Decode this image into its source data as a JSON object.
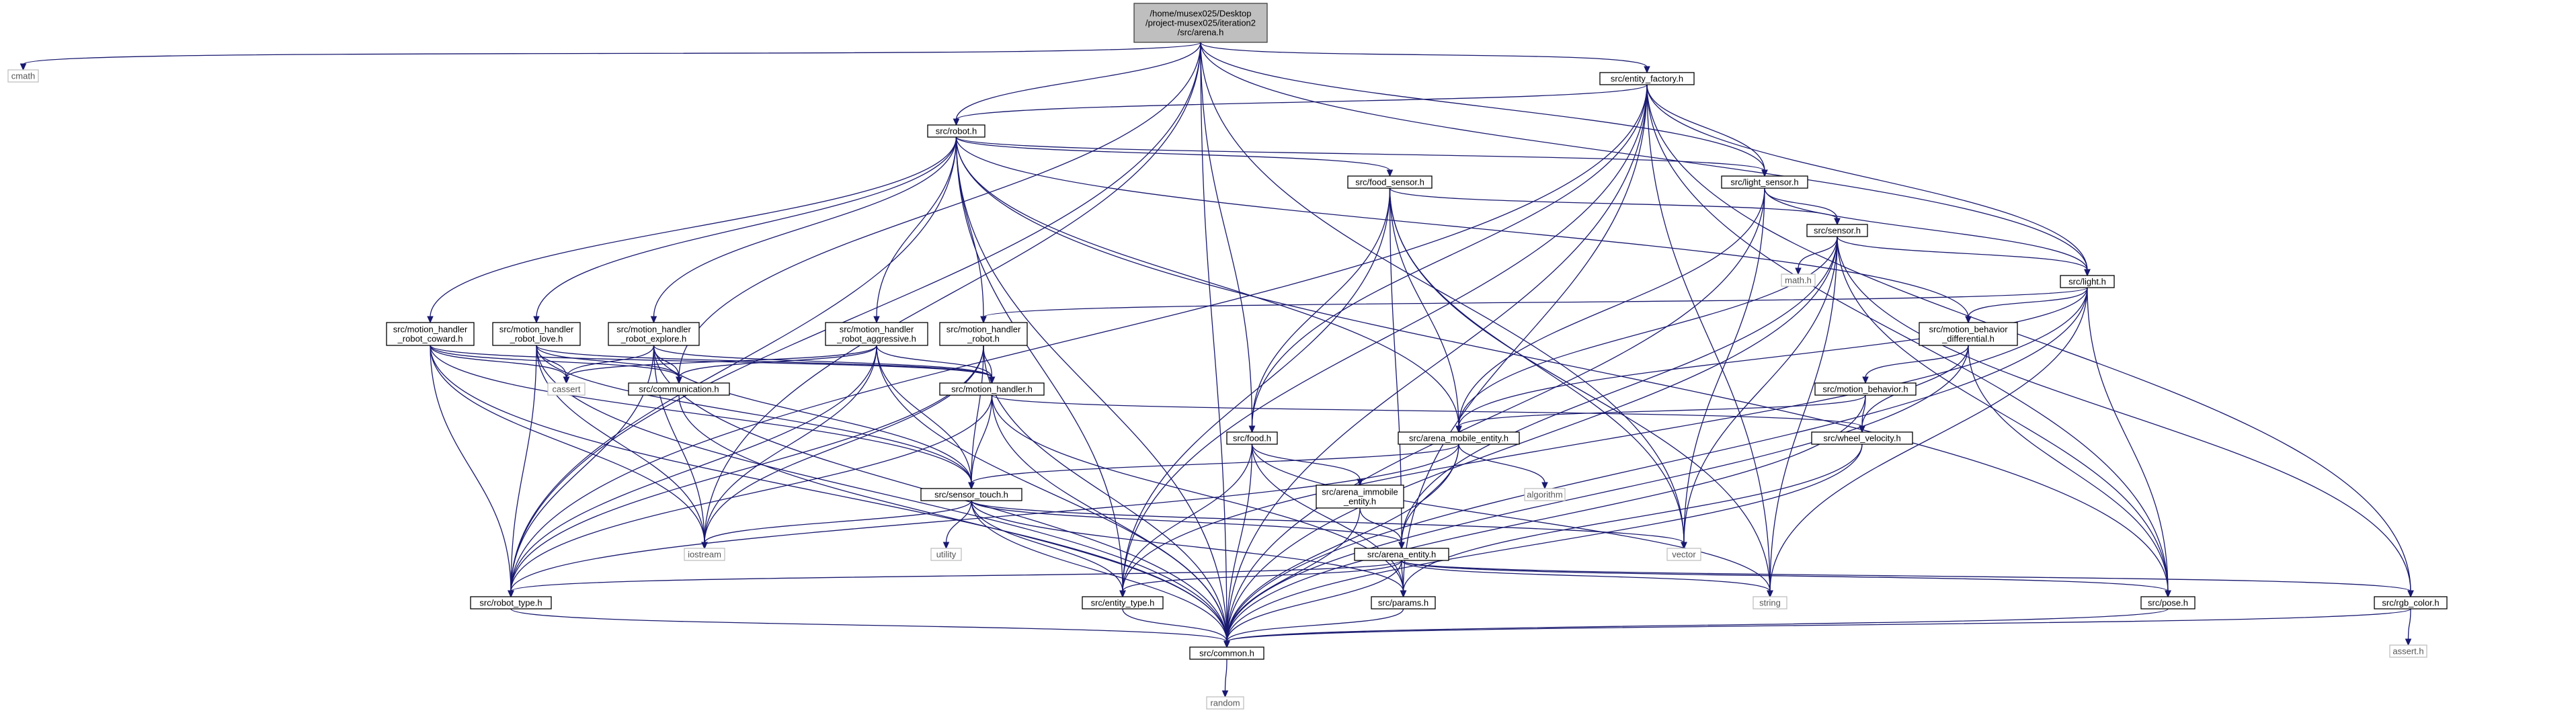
{
  "diagram": {
    "nodes": [
      {
        "id": "arena_h",
        "lines": [
          "/home/musex025/Desktop",
          "/project-musex025/iteration2",
          "/src/arena.h"
        ],
        "kind": "root"
      },
      {
        "id": "cmath",
        "lines": [
          "cmath"
        ],
        "kind": "ext"
      },
      {
        "id": "robot_h",
        "lines": [
          "src/robot.h"
        ],
        "kind": "file"
      },
      {
        "id": "entity_factory_h",
        "lines": [
          "src/entity_factory.h"
        ],
        "kind": "file"
      },
      {
        "id": "food_sensor_h",
        "lines": [
          "src/food_sensor.h"
        ],
        "kind": "file"
      },
      {
        "id": "light_sensor_h",
        "lines": [
          "src/light_sensor.h"
        ],
        "kind": "file"
      },
      {
        "id": "sensor_h",
        "lines": [
          "src/sensor.h"
        ],
        "kind": "file"
      },
      {
        "id": "math_h",
        "lines": [
          "math.h"
        ],
        "kind": "ext"
      },
      {
        "id": "light_h",
        "lines": [
          "src/light.h"
        ],
        "kind": "file"
      },
      {
        "id": "mh_robot_coward_h",
        "lines": [
          "src/motion_handler",
          "_robot_coward.h"
        ],
        "kind": "file"
      },
      {
        "id": "mh_robot_love_h",
        "lines": [
          "src/motion_handler",
          "_robot_love.h"
        ],
        "kind": "file"
      },
      {
        "id": "mh_robot_explore_h",
        "lines": [
          "src/motion_handler",
          "_robot_explore.h"
        ],
        "kind": "file"
      },
      {
        "id": "mh_robot_aggressive_h",
        "lines": [
          "src/motion_handler",
          "_robot_aggressive.h"
        ],
        "kind": "file"
      },
      {
        "id": "mh_robot_h",
        "lines": [
          "src/motion_handler",
          "_robot.h"
        ],
        "kind": "file"
      },
      {
        "id": "motion_behavior_differential_h",
        "lines": [
          "src/motion_behavior",
          "_differential.h"
        ],
        "kind": "file"
      },
      {
        "id": "cassert",
        "lines": [
          "cassert"
        ],
        "kind": "ext"
      },
      {
        "id": "communication_h",
        "lines": [
          "src/communication.h"
        ],
        "kind": "file"
      },
      {
        "id": "motion_handler_h",
        "lines": [
          "src/motion_handler.h"
        ],
        "kind": "file"
      },
      {
        "id": "motion_behavior_h",
        "lines": [
          "src/motion_behavior.h"
        ],
        "kind": "file"
      },
      {
        "id": "food_h",
        "lines": [
          "src/food.h"
        ],
        "kind": "file"
      },
      {
        "id": "arena_mobile_entity_h",
        "lines": [
          "src/arena_mobile_entity.h"
        ],
        "kind": "file"
      },
      {
        "id": "wheel_velocity_h",
        "lines": [
          "src/wheel_velocity.h"
        ],
        "kind": "file"
      },
      {
        "id": "algorithm",
        "lines": [
          "algorithm"
        ],
        "kind": "ext"
      },
      {
        "id": "arena_immobile_entity_h",
        "lines": [
          "src/arena_immobile",
          "_entity.h"
        ],
        "kind": "file"
      },
      {
        "id": "sensor_touch_h",
        "lines": [
          "src/sensor_touch.h"
        ],
        "kind": "file"
      },
      {
        "id": "iostream",
        "lines": [
          "iostream"
        ],
        "kind": "ext"
      },
      {
        "id": "utility",
        "lines": [
          "utility"
        ],
        "kind": "ext"
      },
      {
        "id": "vector",
        "lines": [
          "vector"
        ],
        "kind": "ext"
      },
      {
        "id": "arena_entity_h",
        "lines": [
          "src/arena_entity.h"
        ],
        "kind": "file"
      },
      {
        "id": "robot_type_h",
        "lines": [
          "src/robot_type.h"
        ],
        "kind": "file"
      },
      {
        "id": "entity_type_h",
        "lines": [
          "src/entity_type.h"
        ],
        "kind": "file"
      },
      {
        "id": "params_h",
        "lines": [
          "src/params.h"
        ],
        "kind": "file"
      },
      {
        "id": "string",
        "lines": [
          "string"
        ],
        "kind": "ext"
      },
      {
        "id": "pose_h",
        "lines": [
          "src/pose.h"
        ],
        "kind": "file"
      },
      {
        "id": "rgb_color_h",
        "lines": [
          "src/rgb_color.h"
        ],
        "kind": "file"
      },
      {
        "id": "assert_h",
        "lines": [
          "assert.h"
        ],
        "kind": "ext"
      },
      {
        "id": "common_h",
        "lines": [
          "src/common.h"
        ],
        "kind": "file"
      },
      {
        "id": "random",
        "lines": [
          "random"
        ],
        "kind": "ext"
      }
    ],
    "edges": [
      [
        "arena_h",
        "cmath"
      ],
      [
        "arena_h",
        "robot_h"
      ],
      [
        "arena_h",
        "entity_factory_h"
      ],
      [
        "arena_h",
        "light_sensor_h"
      ],
      [
        "arena_h",
        "light_h"
      ],
      [
        "arena_h",
        "communication_h"
      ],
      [
        "arena_h",
        "food_h"
      ],
      [
        "arena_h",
        "vector"
      ],
      [
        "arena_h",
        "iostream"
      ],
      [
        "arena_h",
        "robot_type_h"
      ],
      [
        "arena_h",
        "common_h"
      ],
      [
        "entity_factory_h",
        "robot_h"
      ],
      [
        "entity_factory_h",
        "light_sensor_h"
      ],
      [
        "entity_factory_h",
        "light_h"
      ],
      [
        "entity_factory_h",
        "food_h"
      ],
      [
        "entity_factory_h",
        "entity_type_h"
      ],
      [
        "entity_factory_h",
        "robot_type_h"
      ],
      [
        "entity_factory_h",
        "params_h"
      ],
      [
        "entity_factory_h",
        "string"
      ],
      [
        "entity_factory_h",
        "pose_h"
      ],
      [
        "entity_factory_h",
        "rgb_color_h"
      ],
      [
        "entity_factory_h",
        "common_h"
      ],
      [
        "robot_h",
        "food_sensor_h"
      ],
      [
        "robot_h",
        "light_sensor_h"
      ],
      [
        "robot_h",
        "mh_robot_coward_h"
      ],
      [
        "robot_h",
        "mh_robot_love_h"
      ],
      [
        "robot_h",
        "mh_robot_explore_h"
      ],
      [
        "robot_h",
        "mh_robot_aggressive_h"
      ],
      [
        "robot_h",
        "mh_robot_h"
      ],
      [
        "robot_h",
        "motion_behavior_differential_h"
      ],
      [
        "robot_h",
        "arena_mobile_entity_h"
      ],
      [
        "robot_h",
        "entity_type_h"
      ],
      [
        "robot_h",
        "robot_type_h"
      ],
      [
        "robot_h",
        "common_h"
      ],
      [
        "robot_h",
        "pose_h"
      ],
      [
        "food_sensor_h",
        "sensor_h"
      ],
      [
        "food_sensor_h",
        "food_h"
      ],
      [
        "food_sensor_h",
        "arena_mobile_entity_h"
      ],
      [
        "food_sensor_h",
        "arena_entity_h"
      ],
      [
        "food_sensor_h",
        "vector"
      ],
      [
        "food_sensor_h",
        "string"
      ],
      [
        "food_sensor_h",
        "entity_type_h"
      ],
      [
        "light_sensor_h",
        "sensor_h"
      ],
      [
        "light_sensor_h",
        "light_h"
      ],
      [
        "light_sensor_h",
        "arena_mobile_entity_h"
      ],
      [
        "light_sensor_h",
        "vector"
      ],
      [
        "light_sensor_h",
        "common_h"
      ],
      [
        "sensor_h",
        "math_h"
      ],
      [
        "sensor_h",
        "light_h"
      ],
      [
        "sensor_h",
        "arena_mobile_entity_h"
      ],
      [
        "sensor_h",
        "arena_entity_h"
      ],
      [
        "sensor_h",
        "vector"
      ],
      [
        "sensor_h",
        "string"
      ],
      [
        "sensor_h",
        "pose_h"
      ],
      [
        "sensor_h",
        "rgb_color_h"
      ],
      [
        "sensor_h",
        "common_h"
      ],
      [
        "light_h",
        "mh_robot_h"
      ],
      [
        "light_h",
        "motion_behavior_differential_h"
      ],
      [
        "light_h",
        "arena_mobile_entity_h"
      ],
      [
        "light_h",
        "entity_type_h"
      ],
      [
        "light_h",
        "string"
      ],
      [
        "light_h",
        "pose_h"
      ],
      [
        "light_h",
        "common_h"
      ],
      [
        "mh_robot_coward_h",
        "cassert"
      ],
      [
        "mh_robot_coward_h",
        "communication_h"
      ],
      [
        "mh_robot_coward_h",
        "motion_handler_h"
      ],
      [
        "mh_robot_coward_h",
        "sensor_touch_h"
      ],
      [
        "mh_robot_coward_h",
        "iostream"
      ],
      [
        "mh_robot_coward_h",
        "robot_type_h"
      ],
      [
        "mh_robot_coward_h",
        "common_h"
      ],
      [
        "mh_robot_love_h",
        "cassert"
      ],
      [
        "mh_robot_love_h",
        "communication_h"
      ],
      [
        "mh_robot_love_h",
        "motion_handler_h"
      ],
      [
        "mh_robot_love_h",
        "sensor_touch_h"
      ],
      [
        "mh_robot_love_h",
        "iostream"
      ],
      [
        "mh_robot_love_h",
        "robot_type_h"
      ],
      [
        "mh_robot_love_h",
        "common_h"
      ],
      [
        "mh_robot_explore_h",
        "cassert"
      ],
      [
        "mh_robot_explore_h",
        "communication_h"
      ],
      [
        "mh_robot_explore_h",
        "motion_handler_h"
      ],
      [
        "mh_robot_explore_h",
        "sensor_touch_h"
      ],
      [
        "mh_robot_explore_h",
        "iostream"
      ],
      [
        "mh_robot_explore_h",
        "robot_type_h"
      ],
      [
        "mh_robot_explore_h",
        "common_h"
      ],
      [
        "mh_robot_aggressive_h",
        "cassert"
      ],
      [
        "mh_robot_aggressive_h",
        "communication_h"
      ],
      [
        "mh_robot_aggressive_h",
        "motion_handler_h"
      ],
      [
        "mh_robot_aggressive_h",
        "sensor_touch_h"
      ],
      [
        "mh_robot_aggressive_h",
        "iostream"
      ],
      [
        "mh_robot_aggressive_h",
        "robot_type_h"
      ],
      [
        "mh_robot_aggressive_h",
        "common_h"
      ],
      [
        "mh_robot_h",
        "motion_handler_h"
      ],
      [
        "mh_robot_h",
        "sensor_touch_h"
      ],
      [
        "mh_robot_h",
        "iostream"
      ],
      [
        "mh_robot_h",
        "robot_type_h"
      ],
      [
        "mh_robot_h",
        "common_h"
      ],
      [
        "motion_behavior_differential_h",
        "motion_behavior_h"
      ],
      [
        "motion_behavior_differential_h",
        "wheel_velocity_h"
      ],
      [
        "motion_behavior_differential_h",
        "pose_h"
      ],
      [
        "motion_behavior_differential_h",
        "common_h"
      ],
      [
        "communication_h",
        "common_h"
      ],
      [
        "motion_handler_h",
        "wheel_velocity_h"
      ],
      [
        "motion_handler_h",
        "sensor_touch_h"
      ],
      [
        "motion_handler_h",
        "params_h"
      ],
      [
        "motion_handler_h",
        "robot_type_h"
      ],
      [
        "motion_handler_h",
        "common_h"
      ],
      [
        "motion_behavior_h",
        "arena_mobile_entity_h"
      ],
      [
        "motion_behavior_h",
        "wheel_velocity_h"
      ],
      [
        "motion_behavior_h",
        "common_h"
      ],
      [
        "food_h",
        "arena_immobile_entity_h"
      ],
      [
        "food_h",
        "entity_type_h"
      ],
      [
        "food_h",
        "string"
      ],
      [
        "food_h",
        "params_h"
      ],
      [
        "food_h",
        "common_h"
      ],
      [
        "arena_mobile_entity_h",
        "algorithm"
      ],
      [
        "arena_mobile_entity_h",
        "sensor_touch_h"
      ],
      [
        "arena_mobile_entity_h",
        "arena_entity_h"
      ],
      [
        "arena_mobile_entity_h",
        "robot_type_h"
      ],
      [
        "arena_mobile_entity_h",
        "common_h"
      ],
      [
        "wheel_velocity_h",
        "params_h"
      ],
      [
        "wheel_velocity_h",
        "common_h"
      ],
      [
        "arena_immobile_entity_h",
        "arena_entity_h"
      ],
      [
        "arena_immobile_entity_h",
        "common_h"
      ],
      [
        "sensor_touch_h",
        "utility"
      ],
      [
        "sensor_touch_h",
        "iostream"
      ],
      [
        "sensor_touch_h",
        "vector"
      ],
      [
        "sensor_touch_h",
        "arena_entity_h"
      ],
      [
        "sensor_touch_h",
        "entity_type_h"
      ],
      [
        "sensor_touch_h",
        "params_h"
      ],
      [
        "sensor_touch_h",
        "common_h"
      ],
      [
        "arena_entity_h",
        "robot_type_h"
      ],
      [
        "arena_entity_h",
        "entity_type_h"
      ],
      [
        "arena_entity_h",
        "params_h"
      ],
      [
        "arena_entity_h",
        "string"
      ],
      [
        "arena_entity_h",
        "pose_h"
      ],
      [
        "arena_entity_h",
        "rgb_color_h"
      ],
      [
        "arena_entity_h",
        "common_h"
      ],
      [
        "robot_type_h",
        "common_h"
      ],
      [
        "entity_type_h",
        "common_h"
      ],
      [
        "params_h",
        "common_h"
      ],
      [
        "pose_h",
        "common_h"
      ],
      [
        "rgb_color_h",
        "assert_h"
      ],
      [
        "rgb_color_h",
        "common_h"
      ],
      [
        "common_h",
        "random"
      ]
    ]
  }
}
